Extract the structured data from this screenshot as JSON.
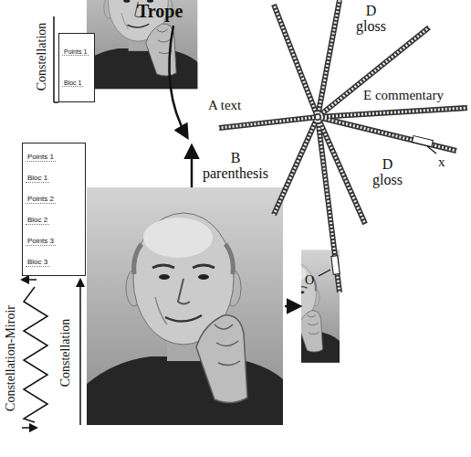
{
  "diagram": {
    "nodes": [
      {
        "text": [
          "Points 1",
          "Bloc 1"
        ]
      },
      {
        "text": [
          "Points 1",
          "Bloc 1",
          "Points 2",
          "Bloc 2",
          "Points 3",
          "Bloc 3"
        ]
      }
    ],
    "labels": [
      "Trope",
      "A text",
      "D gloss",
      "E commentary",
      "x",
      "D gloss",
      "B parenthesis",
      "O",
      "Constellation",
      "Constellation-Miroir",
      "Constellation"
    ]
  }
}
